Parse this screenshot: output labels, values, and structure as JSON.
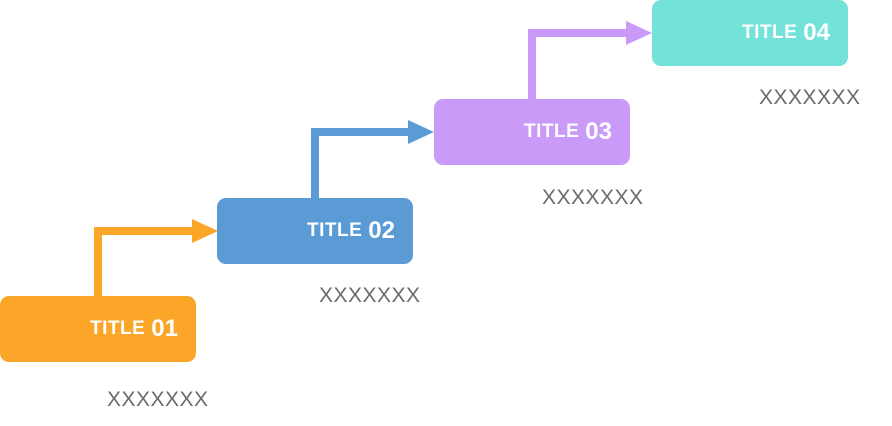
{
  "steps": [
    {
      "title": "TITLE",
      "number": "01",
      "caption": "XXXXXXX",
      "color": "#FBA629"
    },
    {
      "title": "TITLE",
      "number": "02",
      "caption": "XXXXXXX",
      "color": "#5B9BD5"
    },
    {
      "title": "TITLE",
      "number": "03",
      "caption": "XXXXXXX",
      "color": "#CA9AF9"
    },
    {
      "title": "TITLE",
      "number": "04",
      "caption": "XXXXXXX",
      "color": "#73E3D9"
    }
  ]
}
